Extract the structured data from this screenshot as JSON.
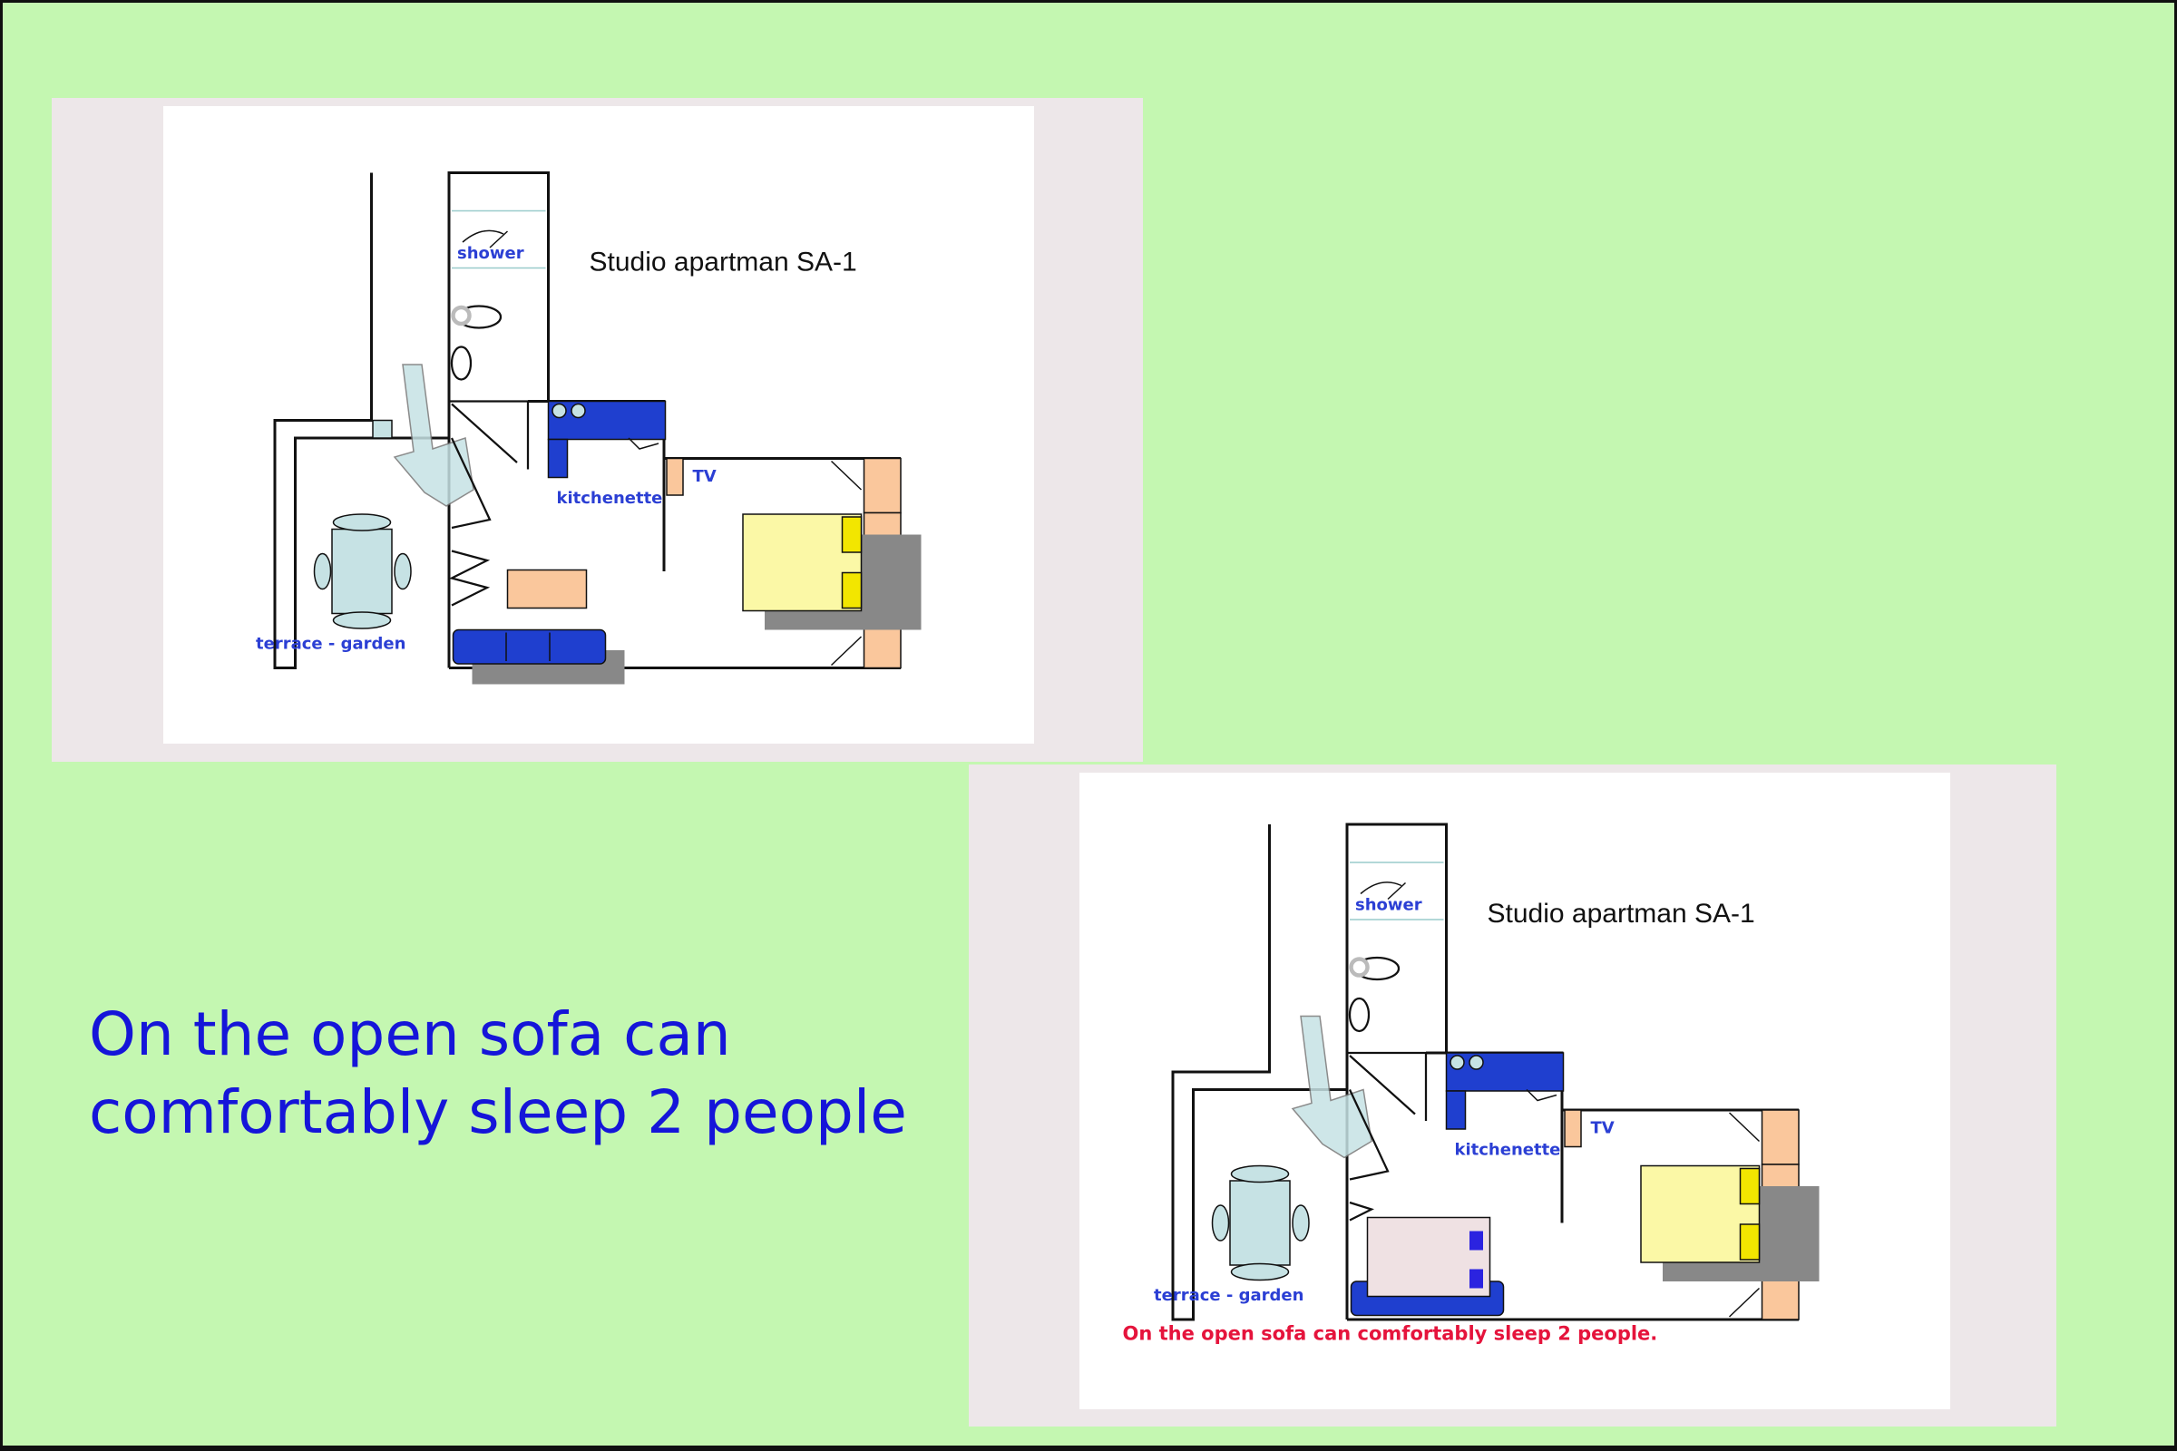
{
  "caption": {
    "line1": "On the open sofa can",
    "line2": "comfortably sleep 2 people"
  },
  "plan_top": {
    "title": "Studio apartman SA-1",
    "labels": {
      "shower": "shower",
      "kitchenette": "kitchenette",
      "tv": "TV",
      "terrace": "terrace - garden"
    }
  },
  "plan_bottom": {
    "title": "Studio apartman SA-1",
    "labels": {
      "shower": "shower",
      "kitchenette": "kitchenette",
      "tv": "TV",
      "terrace": "terrace - garden"
    },
    "note": "On the open sofa can comfortably sleep 2 people."
  },
  "colors": {
    "background": "#c4f7b1",
    "caption": "#1515d9",
    "label_blue": "#2b3fd4",
    "note_red": "#e5143c",
    "sofa_blue": "#1f3fcf",
    "bed_yellow": "#fbf8a6",
    "wardrobe_peach": "#fac79c",
    "table_teal": "#c6e2e4",
    "open_sofa": "#efe1e3"
  }
}
